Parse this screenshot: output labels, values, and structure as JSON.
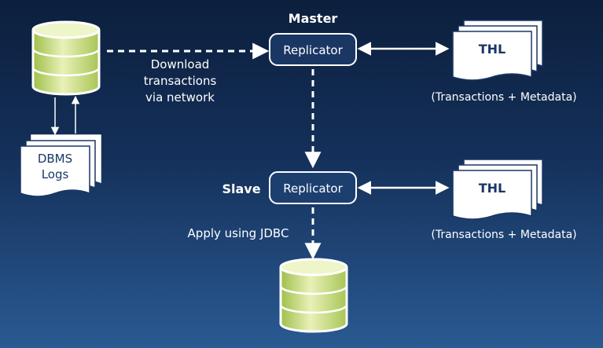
{
  "master": {
    "label": "Master",
    "replicator": "Replicator",
    "thl": "THL",
    "thl_caption": "(Transactions + Metadata)"
  },
  "slave": {
    "label": "Slave",
    "replicator": "Replicator",
    "thl": "THL",
    "thl_caption": "(Transactions + Metadata)"
  },
  "dbms_logs": {
    "line1": "DBMS",
    "line2": "Logs"
  },
  "download": {
    "line1": "Download",
    "line2": "transactions",
    "line3": "via network"
  },
  "apply_label": "Apply using JDBC",
  "colors": {
    "background_top": "#0c1f3d",
    "background_bottom": "#2a5a92",
    "database_fill": "#cfe08a",
    "stroke": "#ffffff"
  }
}
